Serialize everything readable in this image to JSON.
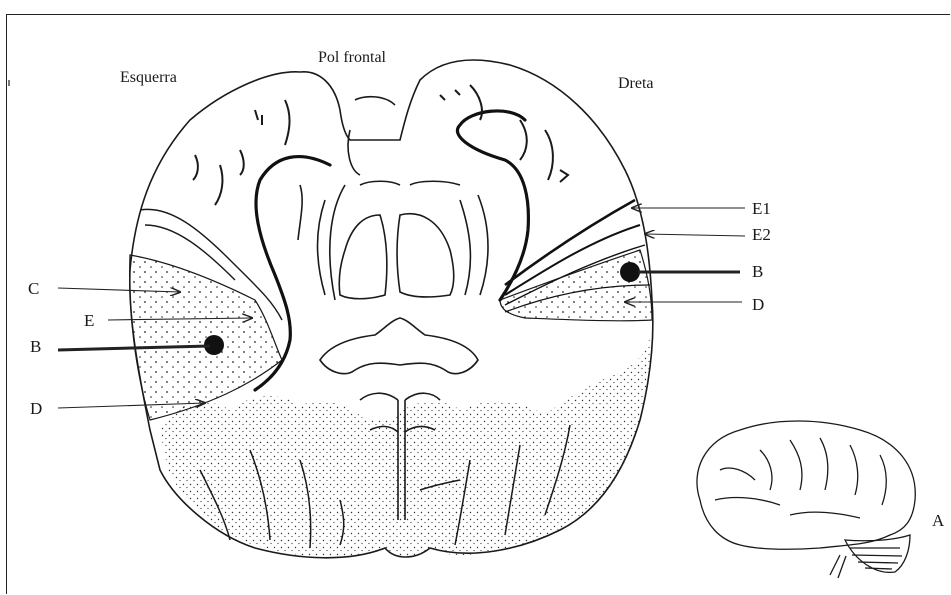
{
  "figure": {
    "headers": {
      "left": "Esquerra",
      "top": "Pol frontal",
      "right": "Dreta"
    },
    "left_labels": {
      "c": "C",
      "e": "E",
      "b": "B",
      "d": "D"
    },
    "right_labels": {
      "e1": "E1",
      "e2": "E2",
      "b": "B",
      "d": "D"
    },
    "inset_label": "A"
  }
}
